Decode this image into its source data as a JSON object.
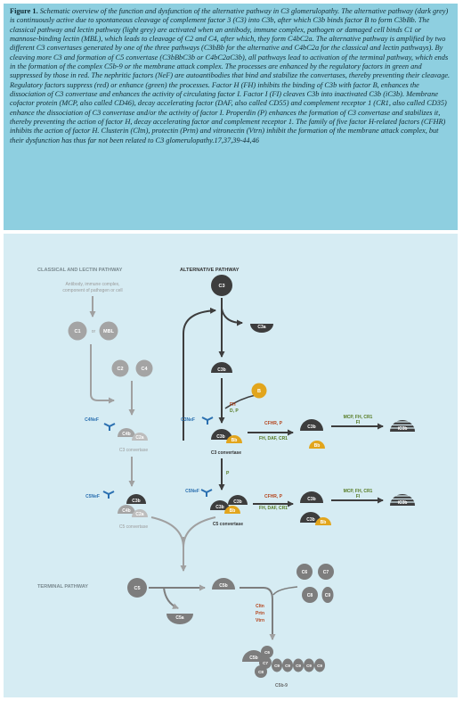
{
  "caption": {
    "lead": "Figure 1.",
    "text": "Schematic overview of the function and dysfunction of the alternative pathway in C3 glomerulopathy. The alternative pathway (dark grey) is continuously active due to spontaneous cleavage of complement factor 3 (C3) into C3b, after which C3b binds factor B to form C3bBb. The classical pathway and lectin pathway (light grey) are activated when an antibody, immune complex, pathogen or damaged cell binds C1 or mannose-binding lectin (MBL), which leads to cleavage of C2 and C4, after which, they form C4bC2a. The alternative pathway is amplified by two different C3 convertases generated by one of the three pathways (C3bBb for the alternative and C4bC2a for the classical and lectin pathways). By cleaving more C3 and formation of C5 convertase (C3bBbC3b or C4bC2aC3b), all pathways lead to activation of the terminal pathway, which ends in the formation of the complex C5b-9 or the membrane attack complex. The processes are enhanced by the regulatory factors in green and suppressed by those in red. The nephritic factors (NeF) are autoantibodies that bind and stabilize the convertases, thereby preventing their cleavage. Regulatory factors suppress (red) or enhance (green) the processes. Factor H (FH) inhibits the binding of C3b with factor B, enhances the dissociation of C3 convertase and enhances the activity of circulating factor I. Factor I (FI) cleaves C3b into inactivated C3b (iC3b). Membrane cofactor protein (MCP, also called CD46), decay accelerating factor (DAF, also called CD55) and complement receptor 1 (CR1, also called CD35) enhance the dissociation of C3 convertase and/or the activity of factor I. Properdin (P) enhances the formation of C3 convertase and stabilizes it, thereby preventing the action of factor H, decay accelerating factor and complement receptor 1. The family of five factor H-related factors (CFHR) inhibits the action of factor H. Clusterin (Cltn), protectin (Prtn) and vitronectin (Vtrn) inhibit the formation of the membrane attack complex, but their dysfunction has thus far not been related to C3 glomerulopathy.17,37,39-44,46"
  },
  "headers": {
    "classical_lectin": "CLASSICAL AND LECTIN PATHWAY",
    "alternative": "ALTERNATIVE PATHWAY",
    "terminal": "TERMINAL PATHWAY"
  },
  "classical": {
    "trigger": [
      "Antibody, immune complex,",
      "component of pathogen or cell"
    ],
    "c1": "C1",
    "or": "or",
    "mbl": "MBL",
    "c2": "C2",
    "c4": "C4",
    "c4nef": "C4NeF",
    "c4b": "C4b",
    "c2a": "C2a",
    "c3_convertase": "C3 convertase",
    "c5nef": "C5NeF",
    "c3b": "C3b",
    "c5_convertase": "C5 convertase"
  },
  "alternative": {
    "c3": "C3",
    "c3a": "C3a",
    "c3b": "C3b",
    "fh": "FH",
    "dp": "D, P",
    "b": "B",
    "c3nef": "C3NeF",
    "bb": "Bb",
    "cfhr_p": "CFHR, P",
    "fh_daf_cr1": "FH, DAF, CR1",
    "mcp_fh_cr1": "MCP, FH, CR1",
    "fi": "FI",
    "ic3b": "iC3b",
    "c3_convertase": "C3 convertase",
    "p": "P",
    "c5nef": "C5NeF",
    "c5_convertase": "C5 convertase"
  },
  "terminal": {
    "c5": "C5",
    "c5a": "C5a",
    "c5b": "C5b",
    "c6": "C6",
    "c7": "C7",
    "c8": "C8",
    "c9": "C9",
    "inhibitors": [
      "Cltn",
      "Prtn",
      "Vtrn"
    ],
    "mac": "C5b-9"
  },
  "colors": {
    "caption_bg": "#8ecfe0",
    "panel_bg": "#d6ecf3",
    "dark": "#3d3d3d",
    "light": "#9a9a9a",
    "yellow": "#e2a51c",
    "nef_blue": "#2a6fb0",
    "green": "#557a22",
    "red": "#b4441c"
  }
}
